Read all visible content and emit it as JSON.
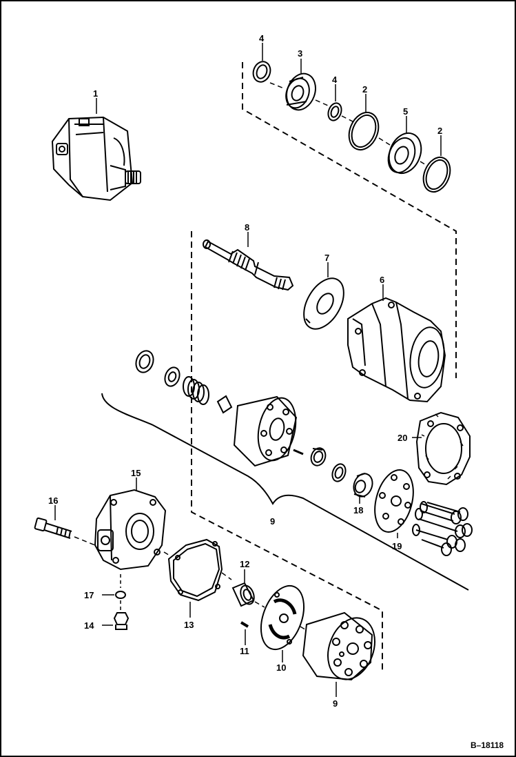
{
  "diagram": {
    "reference": "B–18118",
    "labels": {
      "l1": "1",
      "l2a": "2",
      "l2b": "2",
      "l3": "3",
      "l4a": "4",
      "l4b": "4",
      "l5": "5",
      "l6": "6",
      "l7": "7",
      "l8": "8",
      "l9a": "9",
      "l9b": "9",
      "l10": "10",
      "l11": "11",
      "l12": "12",
      "l13": "13",
      "l14": "14",
      "l15": "15",
      "l16": "16",
      "l17": "17",
      "l18": "18",
      "l19": "19",
      "l20": "20"
    }
  }
}
